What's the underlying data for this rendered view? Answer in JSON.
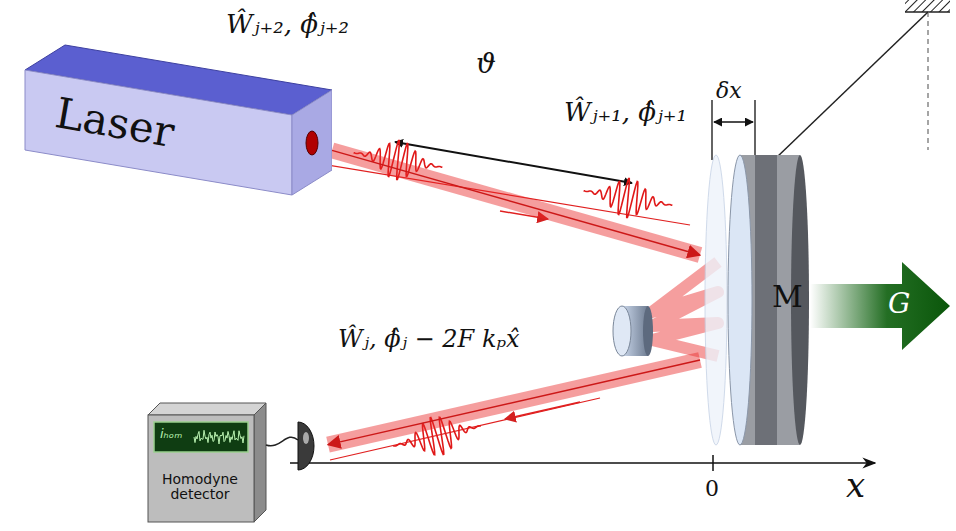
{
  "diagram": {
    "nodes": [
      {
        "text": [
          "Laser"
        ]
      },
      {
        "text": [
          "M"
        ]
      },
      {
        "text": [
          "G"
        ]
      },
      {
        "text": [
          "iₕₒₘ",
          "Homodyne detector"
        ]
      }
    ],
    "edges": [
      {
        "from": 0,
        "to": 1,
        "arrow": "to"
      },
      {
        "from": 1,
        "to": 3,
        "arrow": "to"
      }
    ],
    "labels": [
      "Ŵⱼ₊₂, ϕ̂ⱼ₊₂",
      "ϑ",
      "Ŵⱼ₊₁, ϕ̂ⱼ₊₁",
      "δx",
      "Ŵⱼ, ϕ̂ⱼ − 2F kₚx̂",
      "0",
      "x"
    ]
  }
}
